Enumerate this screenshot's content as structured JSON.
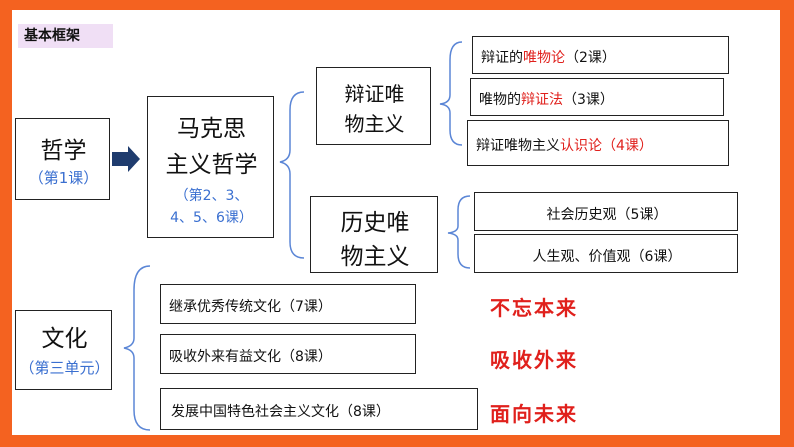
{
  "colors": {
    "frame": "#f46220",
    "accent_red": "#e0201c",
    "accent_blue": "#3a6fd0",
    "tag_bg": "#f0dff5"
  },
  "tag": "基本框架",
  "philosophy": {
    "title": "哲学",
    "note": "（第1课）"
  },
  "marxism": {
    "line1": "马克思",
    "line2": "主义哲学",
    "note1": "（第2、3、",
    "note2": "4、5、6课）"
  },
  "dialectical": {
    "line1": "辩证唯",
    "line2": "物主义"
  },
  "historical": {
    "line1": "历史唯",
    "line2": "物主义"
  },
  "lessons": {
    "l2": {
      "pre": "辩证的",
      "red": "唯物论",
      "post": "（2课）"
    },
    "l3": {
      "pre": "唯物的",
      "red": "辩证法",
      "post": "（3课）"
    },
    "l4": {
      "pre": "辩证唯物主义",
      "red": "认识论（4课）"
    },
    "l5": "社会历史观（5课）",
    "l6": "人生观、价值观（6课）"
  },
  "culture": {
    "title": "文化",
    "note": "（第三单元）"
  },
  "culture_items": [
    "继承优秀传统文化（7课）",
    "吸收外来有益文化（8课）",
    "发展中国特色社会主义文化（8课）"
  ],
  "mottos": [
    "不忘本来",
    "吸收外来",
    "面向未来"
  ]
}
